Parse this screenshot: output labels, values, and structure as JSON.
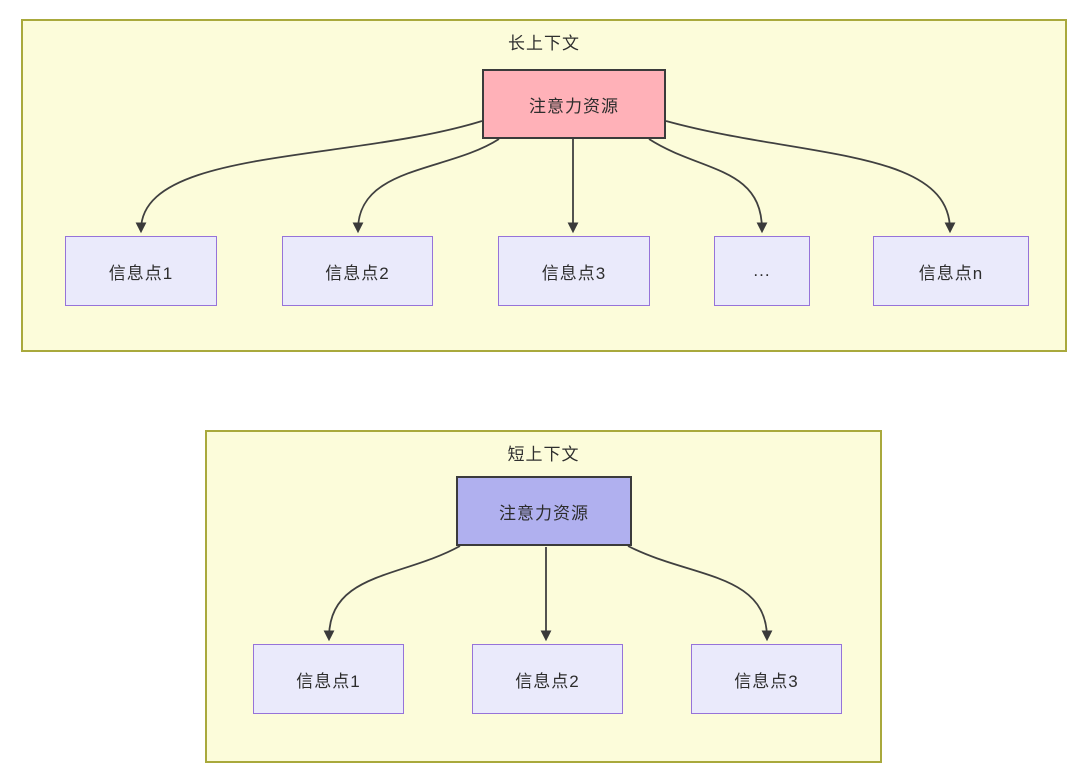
{
  "long_context": {
    "title": "长上下文",
    "attention_label": "注意力资源",
    "info_points": [
      "信息点1",
      "信息点2",
      "信息点3",
      "...",
      "信息点n"
    ]
  },
  "short_context": {
    "title": "短上下文",
    "attention_label": "注意力资源",
    "info_points": [
      "信息点1",
      "信息点2",
      "信息点3"
    ]
  },
  "colors": {
    "panel_background": "#fcfcda",
    "panel_border": "#a9a93c",
    "attention_long_fill": "#ffb1b8",
    "attention_short_fill": "#b0b0ef",
    "attention_border": "#3b3b3b",
    "info_box_fill": "#eaeafb",
    "info_box_border": "#9673d9",
    "arrow": "#404040",
    "text": "#2d2d2d"
  }
}
